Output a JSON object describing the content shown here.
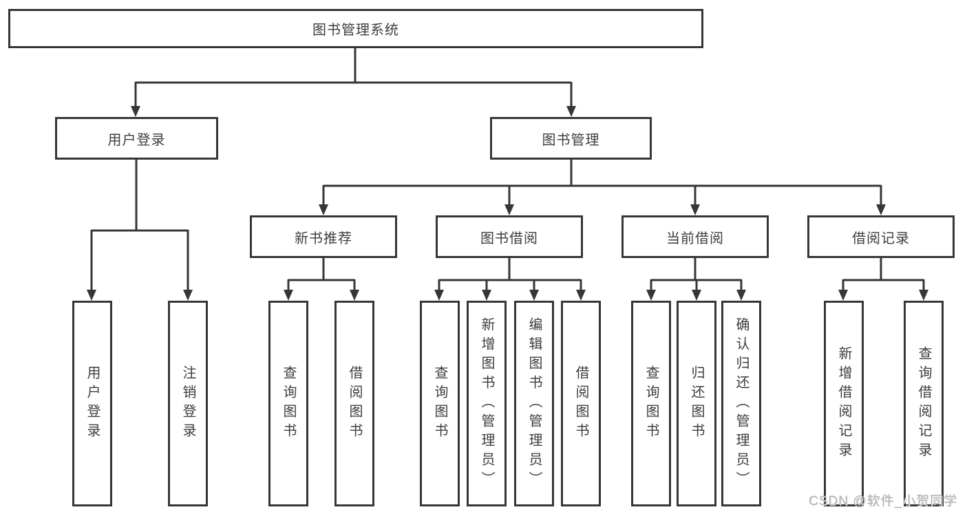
{
  "diagram": {
    "root": {
      "label": "图书管理系统"
    },
    "branches": [
      {
        "label": "用户登录",
        "children": [
          {
            "label": "用户登录"
          },
          {
            "label": "注销登录"
          }
        ]
      },
      {
        "label": "图书管理",
        "children": [
          {
            "label": "新书推荐",
            "children": [
              {
                "label": "查询图书"
              },
              {
                "label": "借阅图书"
              }
            ]
          },
          {
            "label": "图书借阅",
            "children": [
              {
                "label": "查询图书"
              },
              {
                "label": "新增图书（管理员）"
              },
              {
                "label": "编辑图书（管理员）"
              },
              {
                "label": "借阅图书"
              }
            ]
          },
          {
            "label": "当前借阅",
            "children": [
              {
                "label": "查询图书"
              },
              {
                "label": "归还图书"
              },
              {
                "label": "确认归还（管理员）"
              }
            ]
          },
          {
            "label": "借阅记录",
            "children": [
              {
                "label": "新增借阅记录"
              },
              {
                "label": "查询借阅记录"
              }
            ]
          }
        ]
      }
    ],
    "watermark": "CSDN @软件_小贺同学",
    "colors": {
      "line": "#363636",
      "text": "#3d3d3d",
      "watermark": "#b3b3b3",
      "background": "#ffffff"
    }
  }
}
